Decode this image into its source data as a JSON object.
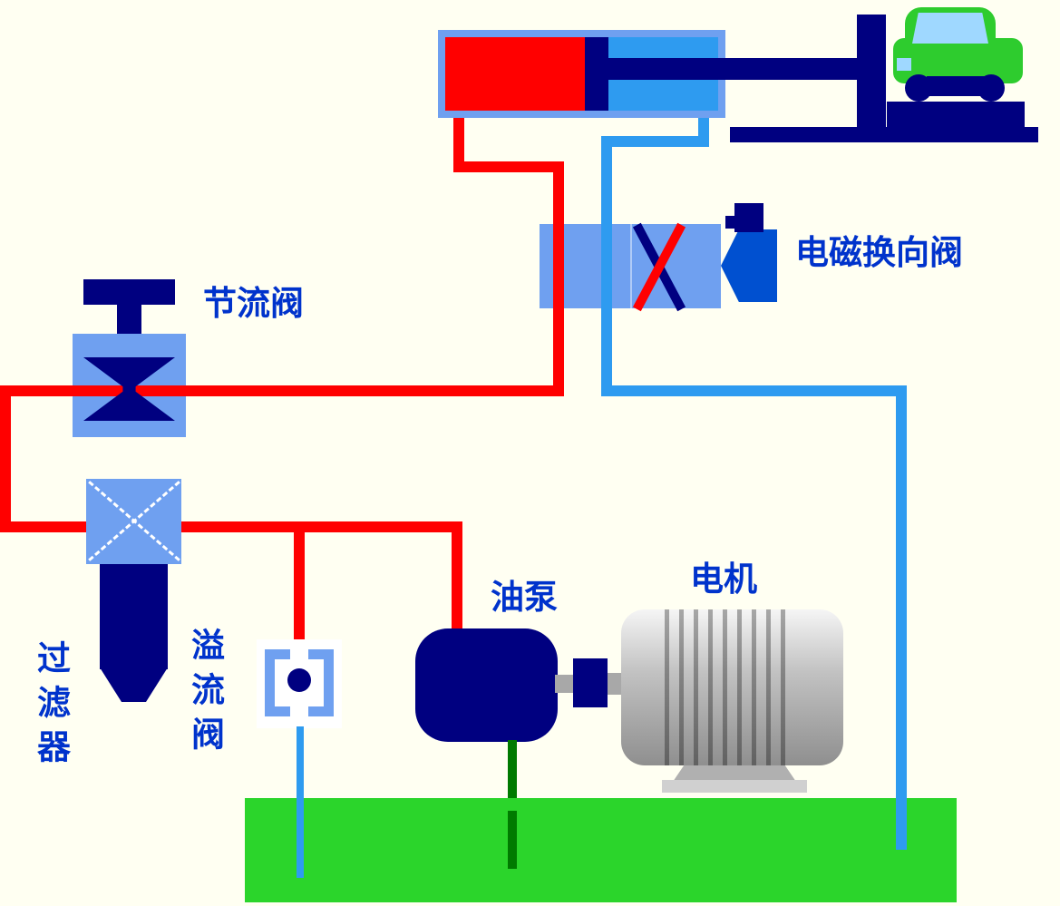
{
  "diagram": {
    "title": "hydraulic-lift-circuit-diagram",
    "labels": {
      "throttle_valve": "节流阀",
      "solenoid_valve": "电磁换向阀",
      "filter": "过滤器",
      "relief_valve": "溢流阀",
      "oil_pump": "油泵",
      "motor": "电机"
    },
    "colors": {
      "pressure_line": "#FF0000",
      "return_line": "#2E9BF0",
      "component_blue": "#6FA0F0",
      "deep_navy": "#000080",
      "solenoid_blue": "#0050D0",
      "label_text": "#0033CC",
      "tank_green": "#2BD52B",
      "car_green": "#2ECC2E",
      "drain_green": "#007A00",
      "window_blue": "#9FD8FF",
      "background": "#FFFFF2"
    }
  }
}
